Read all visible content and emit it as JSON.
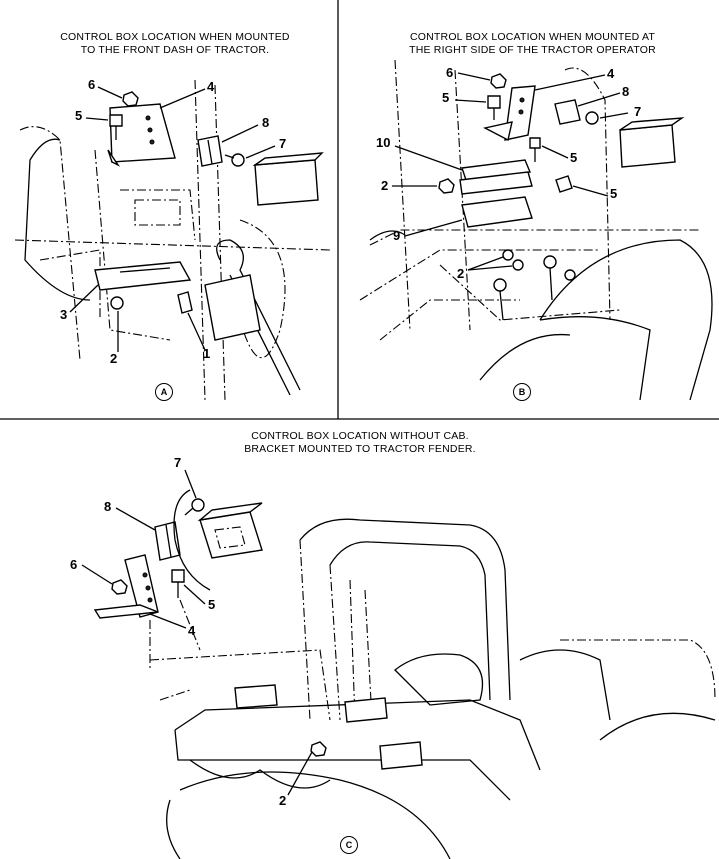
{
  "panels": [
    {
      "id": "A",
      "title": "CONTROL BOX LOCATION WHEN MOUNTED\nTO THE FRONT DASH OF TRACTOR.",
      "badge": "A",
      "callouts": {
        "c6": "6",
        "c4": "4",
        "c5": "5",
        "c8": "8",
        "c7": "7",
        "c3": "3",
        "c2": "2",
        "c1": "1"
      }
    },
    {
      "id": "B",
      "title": "CONTROL BOX LOCATION WHEN MOUNTED AT\nTHE RIGHT SIDE OF THE TRACTOR OPERATOR",
      "badge": "B",
      "callouts": {
        "c6": "6",
        "c4": "4",
        "c5a": "5",
        "c8": "8",
        "c7": "7",
        "c10": "10",
        "c5b": "5",
        "c2a": "2",
        "c5c": "5",
        "c9": "9",
        "c2b": "2"
      }
    },
    {
      "id": "C",
      "title": "CONTROL BOX LOCATION WITHOUT CAB.\nBRACKET MOUNTED TO TRACTOR FENDER.",
      "badge": "C",
      "callouts": {
        "c7": "7",
        "c8": "8",
        "c6": "6",
        "c5": "5",
        "c4": "4",
        "c2": "2"
      }
    }
  ]
}
